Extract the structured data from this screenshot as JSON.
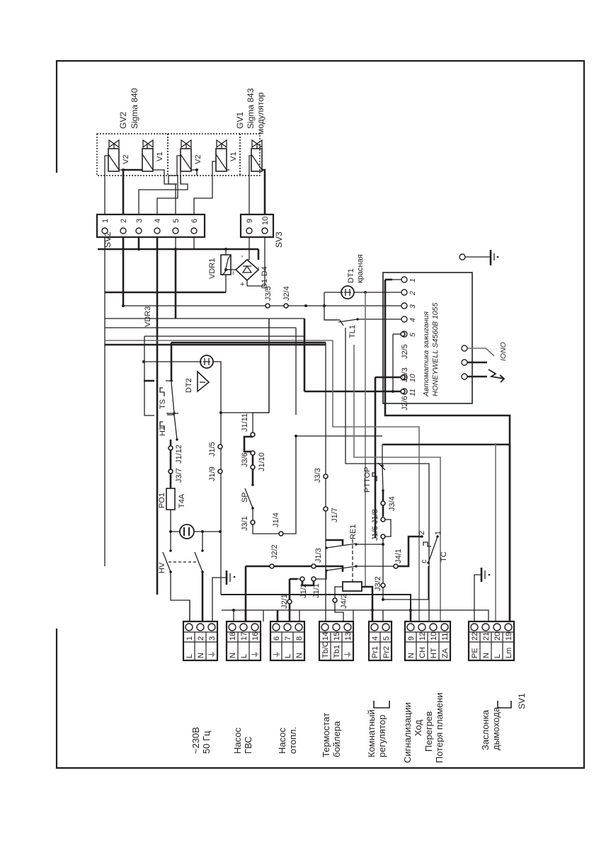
{
  "diagram": {
    "title": "Wiring diagram – boiler ignition control",
    "orientation": "rotated-90-ccw",
    "frame_color": "#231f20",
    "wire_colors": {
      "primary": "#231f20",
      "secondary": "#6d6e70"
    }
  },
  "gas_valves": {
    "gv2": {
      "name": "GV2",
      "model": "Sigma 840",
      "coils": [
        "V2",
        "V1"
      ]
    },
    "gv1": {
      "name": "GV1",
      "model": "Sigma 843",
      "extra": "модулятор",
      "coils": [
        "V2",
        "V1"
      ]
    }
  },
  "connectors": {
    "sv2": {
      "name": "SV2",
      "pins": [
        "1",
        "2",
        "3",
        "4",
        "5",
        "6"
      ]
    },
    "sv3": {
      "name": "SV3",
      "pins": [
        "9",
        "10"
      ]
    },
    "sv1": {
      "name": "SV1"
    }
  },
  "components": {
    "vdr1": "VDR1",
    "bridge": "D1-D4",
    "bridge_minus": "-",
    "bridge_plus": "+",
    "bridge_ac": "~",
    "dt1": {
      "name": "DT1",
      "color_note": "красная"
    },
    "dt2": "DT2",
    "vdr3": "VDR3",
    "ts": "TS",
    "ht": "HT",
    "po1": {
      "name": "PO1",
      "rating": "T4A"
    },
    "hv": "HV",
    "sp": "SP",
    "tl1": "TL1",
    "re1": "RE1",
    "pttop": "PTTOP",
    "tc": {
      "name": "TC",
      "c": "c",
      "n1": "1",
      "n2": "2"
    },
    "iono": "IONO"
  },
  "jumpers": {
    "j35": "J3/5",
    "j24": "J2/4",
    "j25": "J2/5",
    "j23": "J2/3",
    "j26": "J2/6",
    "j111": "J1/11",
    "j110": "J1/10",
    "j36": "J3/6",
    "j112": "J1/12",
    "j37": "J3/7",
    "j15": "J1/5",
    "j19": "J1/9",
    "j31": "J3/1",
    "j14": "J1/4",
    "j33": "J3/3",
    "j17": "J1/7",
    "j34": "J3/4",
    "j18": "J1/8",
    "j16": "J1/6",
    "j41": "J4/1",
    "j22": "J2/2",
    "j13": "J1/3",
    "j12": "J1/2",
    "j11": "J1/1",
    "j42": "J4/2",
    "j32": "J3/2",
    "j21": "J2/1"
  },
  "ignition_unit": {
    "line1": "Автоматика зажигания",
    "line2": "HONEYWELL S4560B 1055",
    "pins": [
      "1",
      "2",
      "3",
      "4",
      "5",
      "10",
      "11"
    ]
  },
  "terminal_blocks": [
    {
      "id": "power",
      "label1": "~230В",
      "label2": "50 Гц",
      "nums": [
        "1",
        "2",
        "3"
      ],
      "names": [
        "L",
        "N",
        "⏚"
      ]
    },
    {
      "id": "dhw-pump",
      "label1": "Насос",
      "label2": "ГВС",
      "nums": [
        "18",
        "17",
        "16"
      ],
      "names": [
        "N",
        "L",
        "⏚"
      ]
    },
    {
      "id": "heating-pump",
      "label1": "Насос",
      "label2": "отопл.",
      "nums": [
        "6",
        "7",
        "8"
      ],
      "names": [
        "⏚",
        "L",
        "N"
      ]
    },
    {
      "id": "boiler-thermostat",
      "label1": "Термостат",
      "label2": "бойлера",
      "nums": [
        "14",
        "15",
        "13"
      ],
      "names": [
        "Tb/C",
        "Tb1",
        "⏚"
      ]
    },
    {
      "id": "room-regulator",
      "label1": "Комнатный",
      "label2": "регулятор",
      "nums": [
        "4",
        "5"
      ],
      "names": [
        "Pr1",
        "Pr2"
      ]
    },
    {
      "id": "signalling",
      "label1": "Сигнализации",
      "label2": "Ход",
      "label3": "Перегрев",
      "label4": "Потеря пламени",
      "nums": [
        "9",
        "12",
        "10",
        "11"
      ],
      "names": [
        "N",
        "CH",
        "HT",
        "ZA"
      ]
    },
    {
      "id": "flue-damper",
      "label1": "Заслонка",
      "label2": "дымохода",
      "nums": [
        "22",
        "21",
        "20",
        "19"
      ],
      "names": [
        "PE",
        "N",
        "L",
        "Lm"
      ]
    }
  ]
}
